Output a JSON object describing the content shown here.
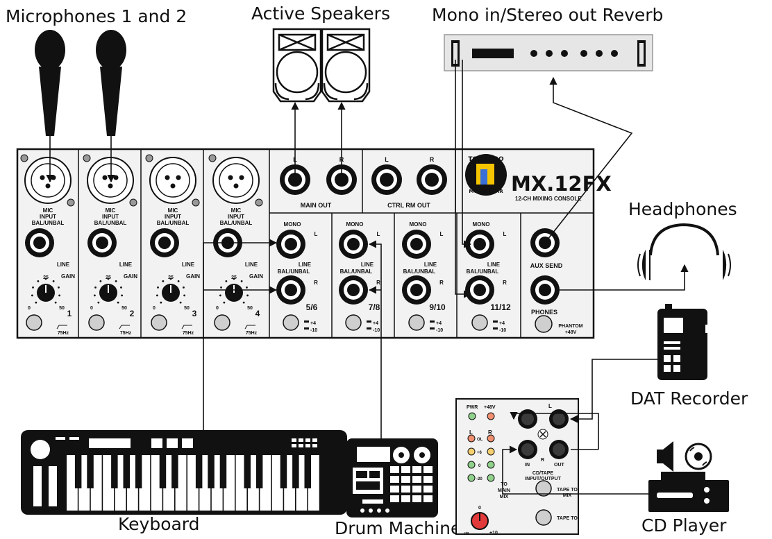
{
  "captions": {
    "microphones": "Microphones 1 and 2",
    "speakers": "Active Speakers",
    "reverb": "Mono in/Stereo out Reverb",
    "headphones": "Headphones",
    "dat": "DAT Recorder",
    "keyboard": "Keyboard",
    "drum": "Drum Machine",
    "cd": "CD Player"
  },
  "mixer": {
    "brand": "MX.12FX",
    "subtitle": "12-CH MIXING CONSOLE",
    "logo_top": "TOPP PRO",
    "logo_bottom": "MUSIC GEAR",
    "mic_input": "MIC",
    "mic_input2": "INPUT",
    "bal_unbal": "BAL/UNBAL",
    "line": "LINE",
    "gain": "GAIN",
    "gain_mid": "25",
    "gain_min": "0",
    "gain_max": "50",
    "eq_label": "75Hz",
    "channels": [
      "1",
      "2",
      "3",
      "4"
    ],
    "stereo_channels": [
      "5/6",
      "7/8",
      "9/10",
      "11/12"
    ],
    "mono": "MONO",
    "line_bal": "LINE",
    "l": "L",
    "r": "R",
    "level_top": "+4",
    "level_bottom": "-10",
    "main_out": "MAIN OUT",
    "ctrl_rm_out": "CTRL RM OUT",
    "aux_send": "AUX SEND",
    "phones": "PHONES",
    "phantom": "PHANTOM",
    "phantom_v": "+48V"
  },
  "tape_panel": {
    "pwr": "PWR",
    "v48": "+48V",
    "l": "L",
    "r": "R",
    "ol": "OL",
    "m6": "+6",
    "zero": "0",
    "m20": "-20",
    "in": "IN",
    "out": "OUT",
    "cd_tape": "CD/TAPE",
    "input_output": "INPUT/OUTPUT",
    "to": "TO",
    "main": "MAIN",
    "mix": "MIX",
    "tape_to": "TAPE TO",
    "tape_to_mix": "MIX",
    "knob_min": "-∞",
    "knob_mid": "0",
    "knob_max": "+10"
  },
  "dat_recorder": {
    "label": "DAT"
  },
  "colors": {
    "ink": "#111111",
    "panel": "#f2f2f2",
    "reverb_panel": "#e6e6e6",
    "led_green": "#8fd08a",
    "led_red": "#f09070",
    "led_yellow": "#f5d070",
    "knob_red": "#e23a3a"
  }
}
